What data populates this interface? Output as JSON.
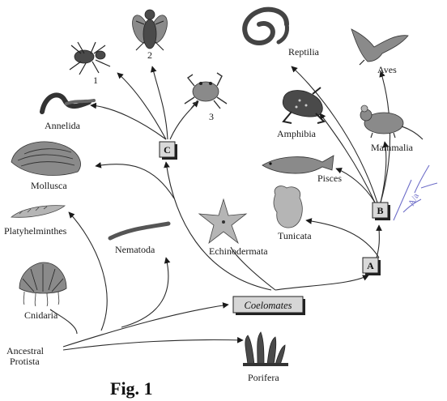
{
  "figure_caption": "Fig. 1",
  "nodes": {
    "ancestral_protista_line1": "Ancestral",
    "ancestral_protista_line2": "Protista",
    "coelomates": "Coelomates",
    "box_a": "A",
    "box_b": "B",
    "box_c": "C"
  },
  "taxa": {
    "porifera": "Porifera",
    "cnidaria": "Cnidaria",
    "platyhelminthes": "Platyhelminthes",
    "nematoda": "Nematoda",
    "mollusca": "Mollusca",
    "annelida": "Annelida",
    "echinodermata": "Echinodermata",
    "tunicata": "Tunicata",
    "pisces": "Pisces",
    "amphibia": "Amphibia",
    "reptilia": "Reptilia",
    "aves": "Aves",
    "mammalia": "Mammalia"
  },
  "unknown_groups": {
    "group_1": "1",
    "group_2": "2",
    "group_3": "3"
  },
  "annotation_text": "A/a"
}
